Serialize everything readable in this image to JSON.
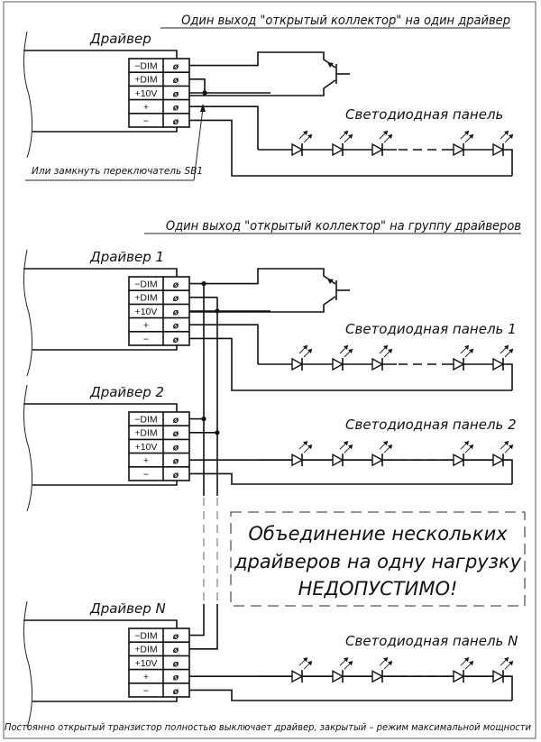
{
  "section1": {
    "title": "Один выход \"открытый коллектор\" на один драйвер",
    "driver_label": "Драйвер",
    "panel_label": "Светодиодная панель",
    "switch_note": "Или замкнуть переключатель SB1"
  },
  "section2": {
    "title": "Один выход \"открытый коллектор\" на группу драйверов",
    "drivers": [
      {
        "label": "Драйвер 1",
        "panel_label": "Светодиодная панель 1"
      },
      {
        "label": "Драйвер 2",
        "panel_label": "Светодиодная панель 2"
      },
      {
        "label": "Драйвер N",
        "panel_label": "Светодиодная панель N"
      }
    ]
  },
  "terminals": [
    "−DIM",
    "+DIM",
    "+10V",
    "+",
    "−"
  ],
  "terminal_glyph": "ø",
  "warning": {
    "line1": "Объединение нескольких",
    "line2": "драйверов на одну нагрузку",
    "line3": "НЕДОПУСТИМО!"
  },
  "footer_note": "Постоянно открытый транзистор полностью выключает драйвер, закрытый – режим максимальной мощности",
  "components": {
    "transistor": "npn-transistor",
    "led": "led-diode",
    "leds_per_panel_shown": 5
  }
}
